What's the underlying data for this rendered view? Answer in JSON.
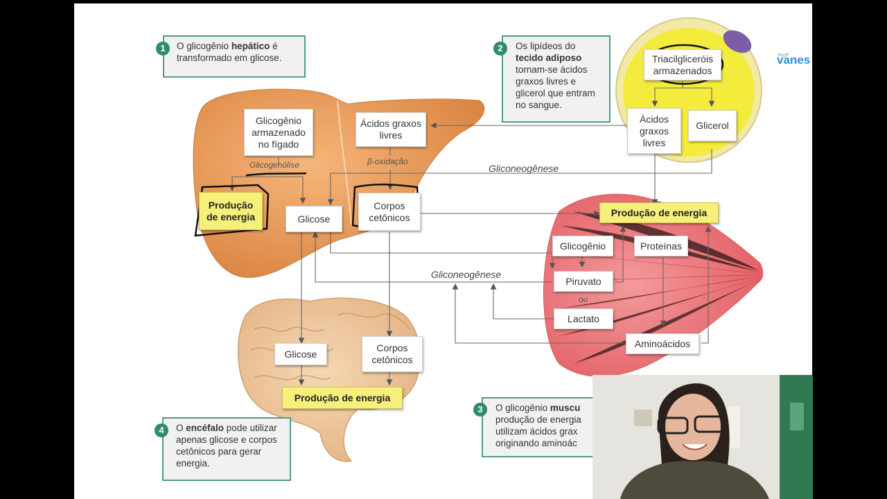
{
  "slide": {
    "boxes": {
      "liver_glycogen": "Glicogênio armazenado no fígado",
      "liver_fatty_acids": "Ácidos graxos livres",
      "liver_glucose": "Glicose",
      "liver_ketone": "Corpos cetônicos",
      "liver_energy": "Produção de energia",
      "adipose_tag": "Triacilgliceróis armazenados",
      "adipose_fa": "Ácidos graxos livres",
      "adipose_glycerol": "Glicerol",
      "muscle_energy": "Produção de energia",
      "muscle_glycogen": "Glicogênio",
      "muscle_proteins": "Proteínas",
      "muscle_pyruvate": "Piruvato",
      "muscle_or": "ou",
      "muscle_lactate": "Lactato",
      "muscle_amino": "Aminoácidos",
      "brain_glucose": "Glicose",
      "brain_ketone": "Corpos cetônicos",
      "brain_energy": "Produção de energia"
    },
    "labels": {
      "glycogenolysis": "Glicogenólise",
      "beta_oxidation": "β-oxidação",
      "gluconeogenesis_top": "Gliconeogênese",
      "gluconeogenesis_mid": "Gliconeogênese"
    },
    "notes": {
      "n1": {
        "num": "1",
        "pre": "O glicogênio ",
        "bold": "hepático",
        "post": " é transformado em glicose."
      },
      "n2": {
        "num": "2",
        "pre": "Os lipídeos do ",
        "bold": "tecido adiposo",
        "post": " tornam-se ácidos graxos livres e glicerol que entram no sangue."
      },
      "n3": {
        "num": "3",
        "pre": "O glicogênio ",
        "bold": "muscu",
        "post": " produção de energia utilizam ácidos grax originando aminoác"
      },
      "n4": {
        "num": "4",
        "pre": "O ",
        "bold": "encéfalo",
        "post": " pode utilizar apenas glicose e corpos cetônicos para gerar energia."
      }
    },
    "brand": {
      "prefix": "Profª",
      "name": "vanes"
    }
  },
  "colors": {
    "liver": "#e89a55",
    "adipose": "#f4ec3c",
    "muscle": "#ee7f82",
    "brain": "#efc79d",
    "highlight": "#f6f07a",
    "note_border": "#4e9c8a",
    "number_badge": "#2e8b6d"
  }
}
